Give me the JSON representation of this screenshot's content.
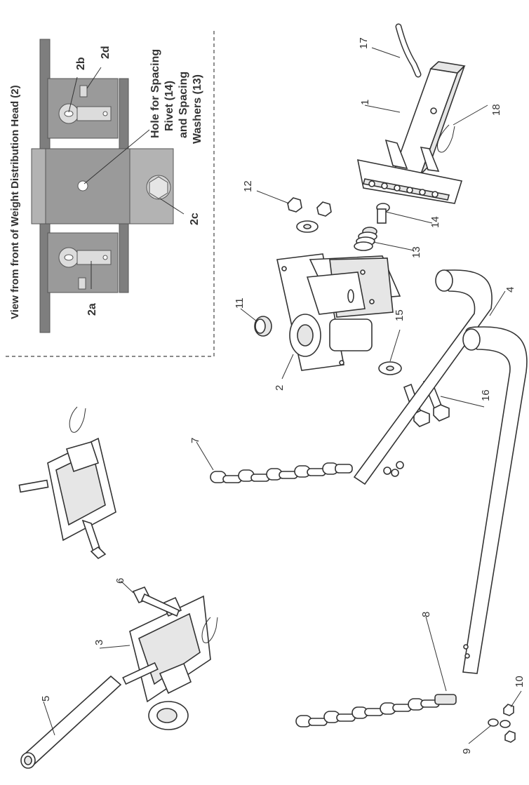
{
  "inset": {
    "title": "View from front of Weight Distribution Head (2)",
    "note": [
      "Hole for Spacing",
      "Rivet (14)",
      "and Spacing",
      "Washers (13)"
    ],
    "labels": [
      "2a",
      "2b",
      "2c",
      "2d"
    ]
  },
  "callouts": [
    "1",
    "2",
    "3",
    "4",
    "5",
    "6",
    "7",
    "8",
    "9",
    "10",
    "11",
    "12",
    "13",
    "14",
    "15",
    "16",
    "17",
    "18"
  ],
  "colors": {
    "line": "#333333",
    "inset_fill": "#9a9a9a",
    "background": "#ffffff"
  }
}
